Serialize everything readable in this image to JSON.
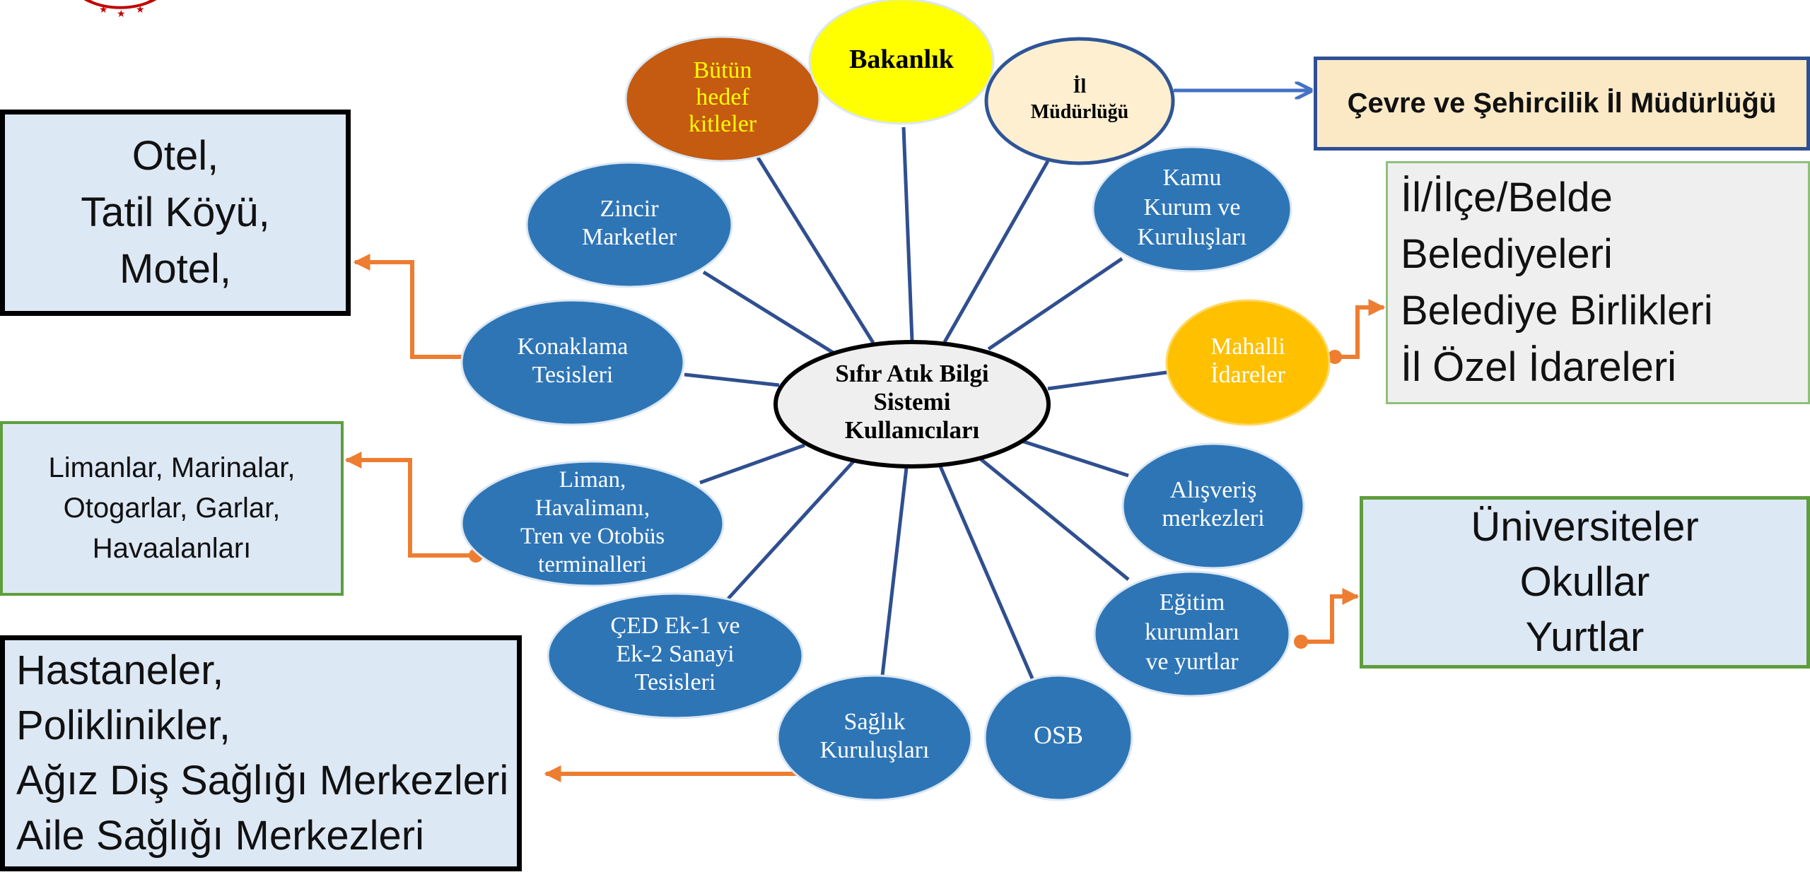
{
  "center": {
    "lines": [
      "Sıfır Atık Bilgi",
      "Sistemi",
      "Kullanıcıları"
    ]
  },
  "nodes": [
    {
      "id": "butun-hedef-kitleler",
      "lines": [
        "Bütün",
        "hedef",
        "kitleler"
      ],
      "fill": "#c55a11",
      "text_color": "#ffff00"
    },
    {
      "id": "bakanlik",
      "lines": [
        "Bakanlık"
      ],
      "fill": "#ffff00",
      "text_color": "#000000"
    },
    {
      "id": "il-mudurlugu",
      "lines": [
        "İl",
        "Müdürlüğü"
      ],
      "fill": "#fdefcf",
      "text_color": "#000000"
    },
    {
      "id": "zincir-marketler",
      "lines": [
        "Zincir",
        "Marketler"
      ],
      "fill": "#2e75b6",
      "text_color": "#ffffff"
    },
    {
      "id": "kamu-kurum",
      "lines": [
        "Kamu",
        "Kurum ve",
        "Kuruluşları"
      ],
      "fill": "#2e75b6",
      "text_color": "#ffffff"
    },
    {
      "id": "konaklama-tesisleri",
      "lines": [
        "Konaklama",
        "Tesisleri"
      ],
      "fill": "#2e75b6",
      "text_color": "#ffffff"
    },
    {
      "id": "mahalli-idareler",
      "lines": [
        "Mahalli",
        "İdareler"
      ],
      "fill": "#ffc000",
      "text_color": "#ffffff"
    },
    {
      "id": "liman-terminaller",
      "lines": [
        "Liman,",
        "Havalimanı,",
        "Tren ve Otobüs",
        "terminalleri"
      ],
      "fill": "#2e75b6",
      "text_color": "#ffffff"
    },
    {
      "id": "alisveris-merkezleri",
      "lines": [
        "Alışveriş",
        "merkezleri"
      ],
      "fill": "#2e75b6",
      "text_color": "#ffffff"
    },
    {
      "id": "ced-sanayi",
      "lines": [
        "ÇED Ek-1 ve",
        "Ek-2 Sanayi",
        "Tesisleri"
      ],
      "fill": "#2e75b6",
      "text_color": "#ffffff"
    },
    {
      "id": "egitim-kurumlari",
      "lines": [
        "Eğitim",
        "kurumları",
        "ve yurtlar"
      ],
      "fill": "#2e75b6",
      "text_color": "#ffffff"
    },
    {
      "id": "saglik-kuruluslari",
      "lines": [
        "Sağlık",
        "Kuruluşları"
      ],
      "fill": "#2e75b6",
      "text_color": "#ffffff"
    },
    {
      "id": "osb",
      "lines": [
        "OSB"
      ],
      "fill": "#2e75b6",
      "text_color": "#ffffff"
    }
  ],
  "boxes": {
    "hotels": [
      "Otel,",
      "Tatil Köyü,",
      "Motel,"
    ],
    "transport": [
      "Limanlar, Marinalar,",
      "Otogarlar, Garlar,",
      "Havaalanları"
    ],
    "health": [
      "Hastaneler,",
      "Poliklinikler,",
      "Ağız Diş Sağlığı Merkezleri",
      "Aile Sağlığı Merkezleri"
    ],
    "cevre": [
      "Çevre ve Şehircilik İl Müdürlüğü"
    ],
    "belediye": [
      "İl/İlçe/Belde",
      "Belediyeleri",
      "Belediye Birlikleri",
      "İl Özel İdareleri"
    ],
    "egitim": [
      "Üniversiteler",
      "Okullar",
      "Yurtlar"
    ]
  },
  "colors": {
    "spoke": "#2f4f8f",
    "connector": "#ed7d31",
    "arrow_blue": "#4472c4",
    "logo": "#c00000"
  }
}
